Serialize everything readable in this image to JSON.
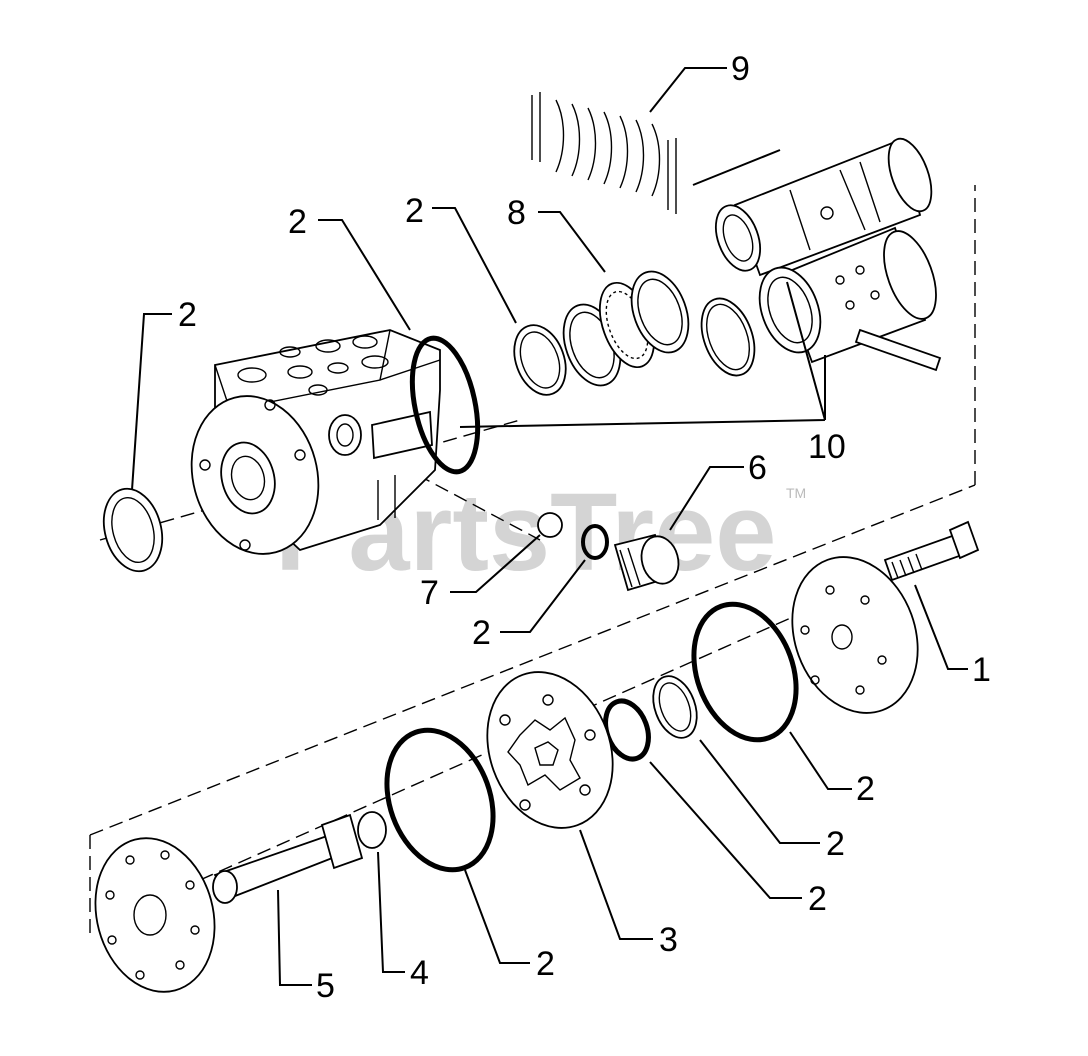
{
  "watermark": {
    "text": "PartsTree",
    "trademark": "TM"
  },
  "callouts": {
    "c1": "1",
    "c2_left": "2",
    "c2_body": "2",
    "c2_seal": "2",
    "c2_plug": "2",
    "c2_large_ring": "2",
    "c2_small_ring": "2",
    "c2_tiny_ring": "2",
    "c2_gerotor_ring": "2",
    "c3": "3",
    "c4": "4",
    "c5": "5",
    "c6": "6",
    "c7": "7",
    "c8": "8",
    "c9": "9",
    "c10": "10"
  }
}
